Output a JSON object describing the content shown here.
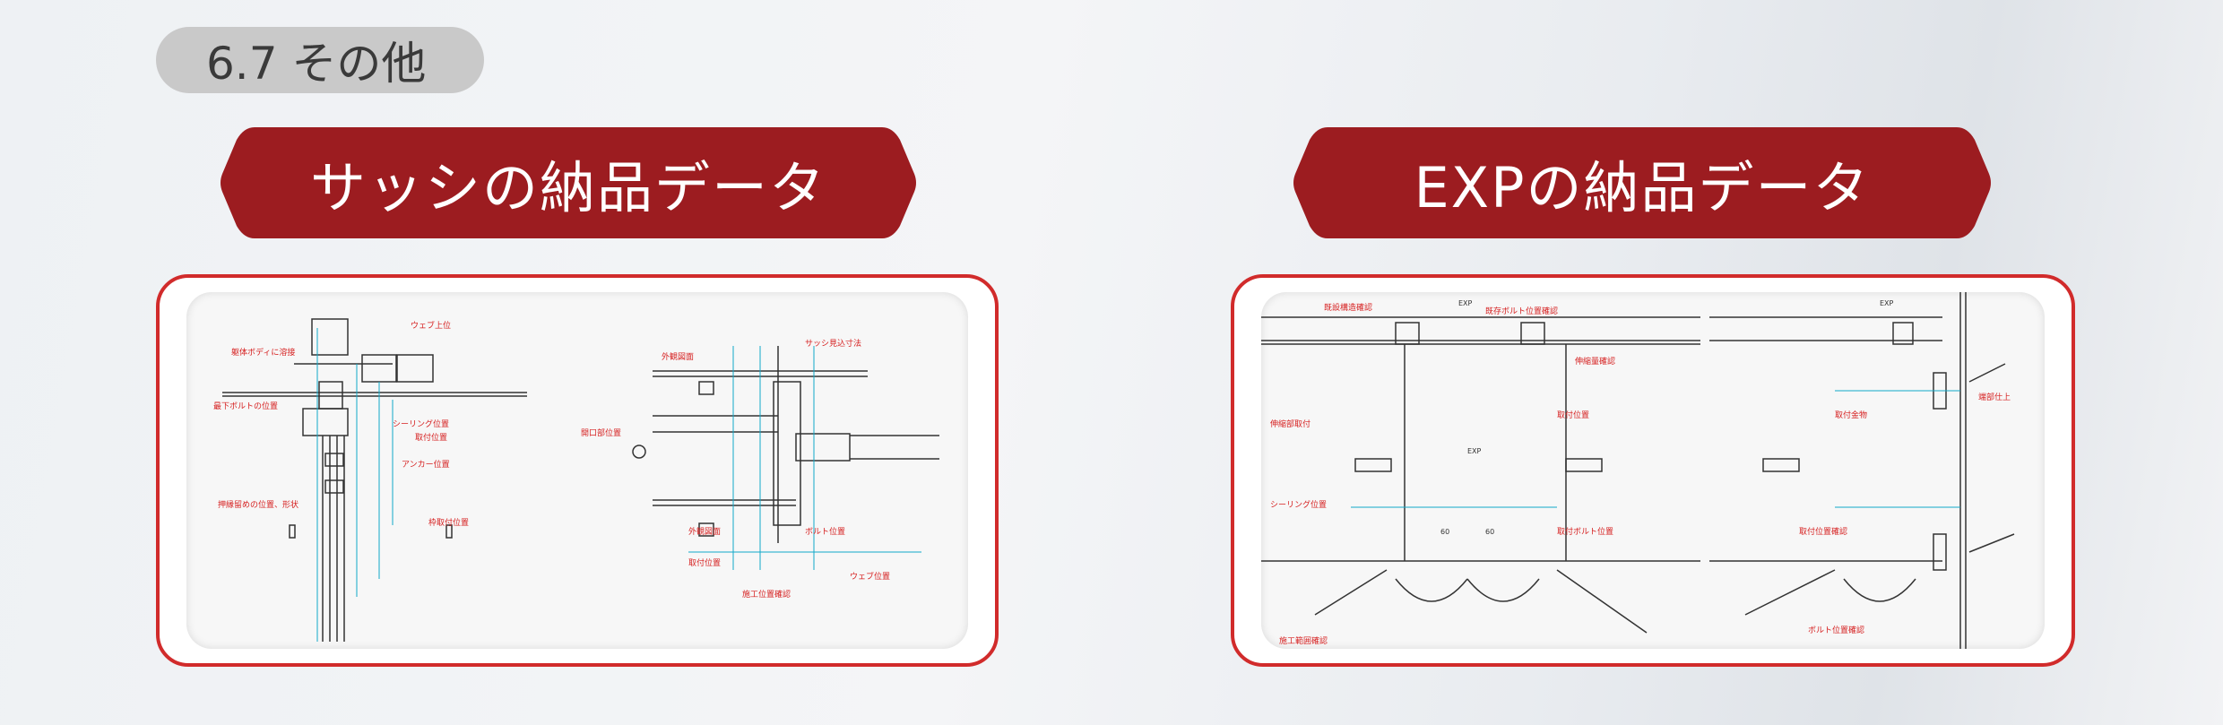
{
  "section_label": "6.7 その他",
  "banners": {
    "left": "サッシの納品データ",
    "right": "EXPの納品データ"
  },
  "colors": {
    "accent": "#9c1c20",
    "panel_border": "#d12b2b",
    "badge_bg": "#c9c9c9"
  },
  "panels": {
    "left": {
      "content": "sash-cad-drawing"
    },
    "right": {
      "content": "expansion-joint-cad-drawing"
    }
  }
}
